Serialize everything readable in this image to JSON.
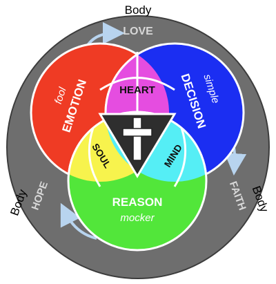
{
  "outer_ring_labels": {
    "top": "Body",
    "right": "Body",
    "left": "Body"
  },
  "ring_labels": {
    "love": "LOVE",
    "faith": "FAITH",
    "hope": "HOPE"
  },
  "regions": {
    "emotion": {
      "label": "EMOTION",
      "sublabel": "fool",
      "color": "#ef3b24"
    },
    "decision": {
      "label": "DECISION",
      "sublabel": "simple",
      "color": "#1b2ef2"
    },
    "reason": {
      "label": "REASON",
      "sublabel": "mocker",
      "color": "#52e63a"
    },
    "heart": {
      "label": "HEART",
      "color": "#e54de0"
    },
    "soul": {
      "label": "SOUL",
      "color": "#f7f34d"
    },
    "mind": {
      "label": "MIND",
      "color": "#55eef5"
    }
  },
  "colors": {
    "ring": "#6e6e6e",
    "ring_edge": "#3c3c3c",
    "center_triangle": "#2e2e2e",
    "cross": "#ffffff"
  }
}
